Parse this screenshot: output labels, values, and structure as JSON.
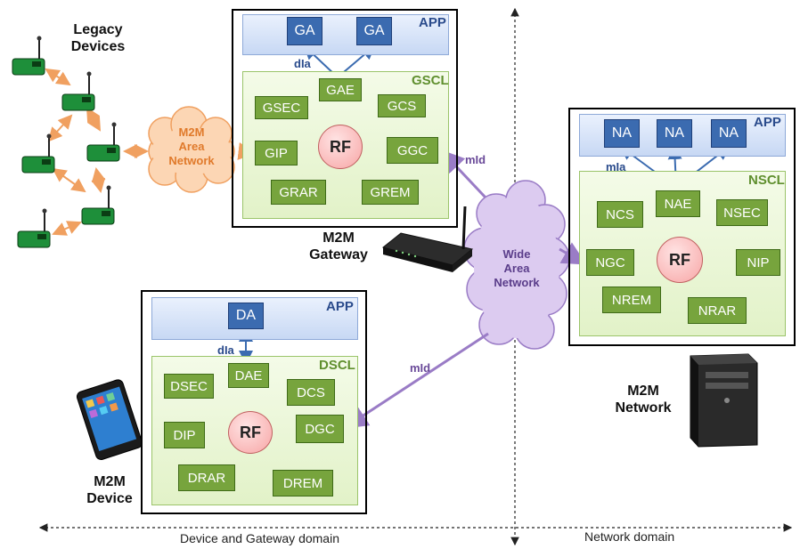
{
  "legacy": {
    "title_line1": "Legacy",
    "title_line2": "Devices"
  },
  "m2m_area_network": {
    "line1": "M2M",
    "line2": "Area",
    "line3": "Network"
  },
  "gateway": {
    "app_label": "APP",
    "ga1": "GA",
    "ga2": "GA",
    "dia": "dIa",
    "scl_label": "GSCL",
    "gae": "GAE",
    "gsec": "GSEC",
    "gcs": "GCS",
    "gip": "GIP",
    "rf": "RF",
    "ggc": "GGC",
    "grar": "GRAR",
    "grem": "GREM",
    "title_line1": "M2M",
    "title_line2": "Gateway"
  },
  "wide_area_network": {
    "line1": "Wide",
    "line2": "Area",
    "line3": "Network"
  },
  "mid_top": "mId",
  "mid_bottom": "mId",
  "network": {
    "app_label": "APP",
    "na1": "NA",
    "na2": "NA",
    "na3": "NA",
    "mia": "mIa",
    "scl_label": "NSCL",
    "nae": "NAE",
    "ncs": "NCS",
    "nsec": "NSEC",
    "ngc": "NGC",
    "rf": "RF",
    "nip": "NIP",
    "nrem": "NREM",
    "nrar": "NRAR",
    "title_line1": "M2M",
    "title_line2": "Network"
  },
  "device": {
    "app_label": "APP",
    "da": "DA",
    "dia": "dIa",
    "scl_label": "DSCL",
    "dae": "DAE",
    "dsec": "DSEC",
    "dcs": "DCS",
    "dip": "DIP",
    "rf": "RF",
    "dgc": "DGC",
    "drar": "DRAR",
    "drem": "DREM",
    "title_line1": "M2M",
    "title_line2": "Device"
  },
  "domains": {
    "left": "Device and Gateway domain",
    "right": "Network domain"
  },
  "colors": {
    "app_blue": "#3b6bb0",
    "scl_green": "#77a43d",
    "rf_pink": "#f7a5a5",
    "arrow_orange": "#f0a060",
    "arrow_purple": "#9a7cc6",
    "arrow_red": "#c0392b"
  }
}
